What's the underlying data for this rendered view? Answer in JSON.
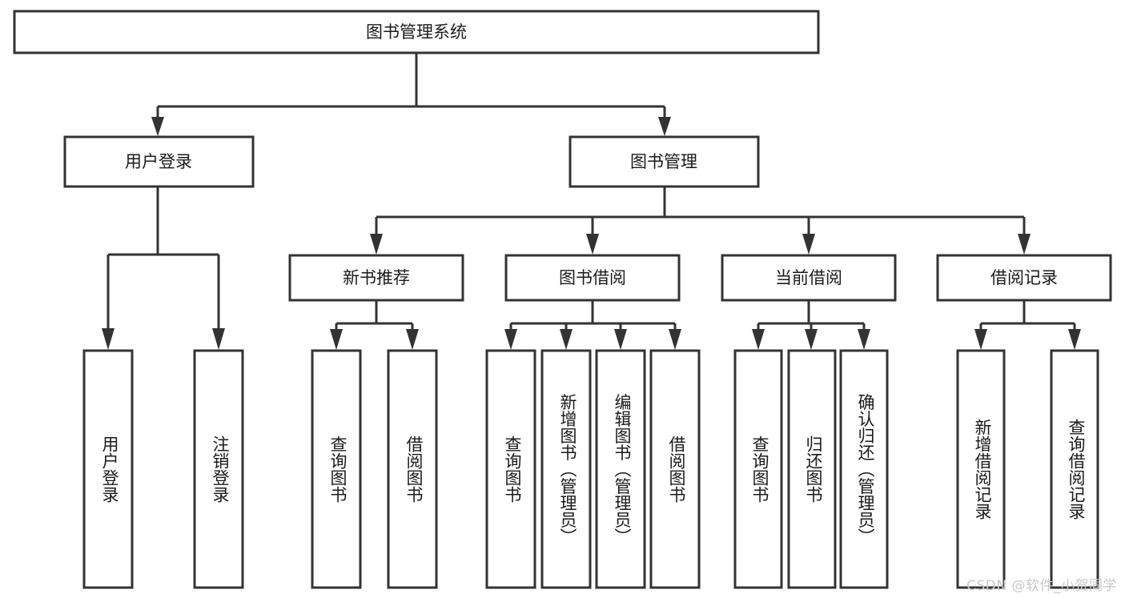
{
  "diagram": {
    "type": "tree-hierarchy-flowchart",
    "title": "图书管理系统",
    "root": {
      "id": "root",
      "label": "图书管理系统",
      "orientation": "horizontal"
    },
    "level2": [
      {
        "id": "user-login",
        "label": "用户登录",
        "orientation": "horizontal"
      },
      {
        "id": "book-management",
        "label": "图书管理",
        "orientation": "horizontal"
      }
    ],
    "level3": [
      {
        "id": "new-book-recommend",
        "label": "新书推荐",
        "orientation": "horizontal",
        "parent": "book-management"
      },
      {
        "id": "book-borrow",
        "label": "图书借阅",
        "orientation": "horizontal",
        "parent": "book-management"
      },
      {
        "id": "current-borrow",
        "label": "当前借阅",
        "orientation": "horizontal",
        "parent": "book-management"
      },
      {
        "id": "borrow-record",
        "label": "借阅记录",
        "orientation": "horizontal",
        "parent": "book-management"
      }
    ],
    "leaves": [
      {
        "id": "leaf-user-login",
        "label": "用户登录",
        "orientation": "vertical",
        "parent": "user-login"
      },
      {
        "id": "leaf-logout-login",
        "label": "注销登录",
        "orientation": "vertical",
        "parent": "user-login"
      },
      {
        "id": "leaf-query-book-1",
        "label": "查询图书",
        "orientation": "vertical",
        "parent": "new-book-recommend"
      },
      {
        "id": "leaf-borrow-book-1",
        "label": "借阅图书",
        "orientation": "vertical",
        "parent": "new-book-recommend"
      },
      {
        "id": "leaf-query-book-2",
        "label": "查询图书",
        "orientation": "vertical",
        "parent": "book-borrow"
      },
      {
        "id": "leaf-add-book-admin",
        "label": "新增图书（管理员）",
        "orientation": "vertical",
        "parent": "book-borrow"
      },
      {
        "id": "leaf-edit-book-admin",
        "label": "编辑图书（管理员）",
        "orientation": "vertical",
        "parent": "book-borrow"
      },
      {
        "id": "leaf-borrow-book-2",
        "label": "借阅图书",
        "orientation": "vertical",
        "parent": "book-borrow"
      },
      {
        "id": "leaf-query-book-3",
        "label": "查询图书",
        "orientation": "vertical",
        "parent": "current-borrow"
      },
      {
        "id": "leaf-return-book",
        "label": "归还图书",
        "orientation": "vertical",
        "parent": "current-borrow"
      },
      {
        "id": "leaf-confirm-return-admin",
        "label": "确认归还（管理员）",
        "orientation": "vertical",
        "parent": "current-borrow"
      },
      {
        "id": "leaf-add-borrow-record",
        "label": "新增借阅记录",
        "orientation": "vertical",
        "parent": "borrow-record"
      },
      {
        "id": "leaf-query-borrow-record",
        "label": "查询借阅记录",
        "orientation": "vertical",
        "parent": "borrow-record"
      }
    ]
  },
  "watermark": {
    "text": "CSDN @软件_小贺同学"
  },
  "colors": {
    "stroke": "#333333",
    "fill": "#ffffff",
    "text": "#1a1a1a",
    "watermark": "#c9c9c9",
    "background": "#ffffff"
  }
}
